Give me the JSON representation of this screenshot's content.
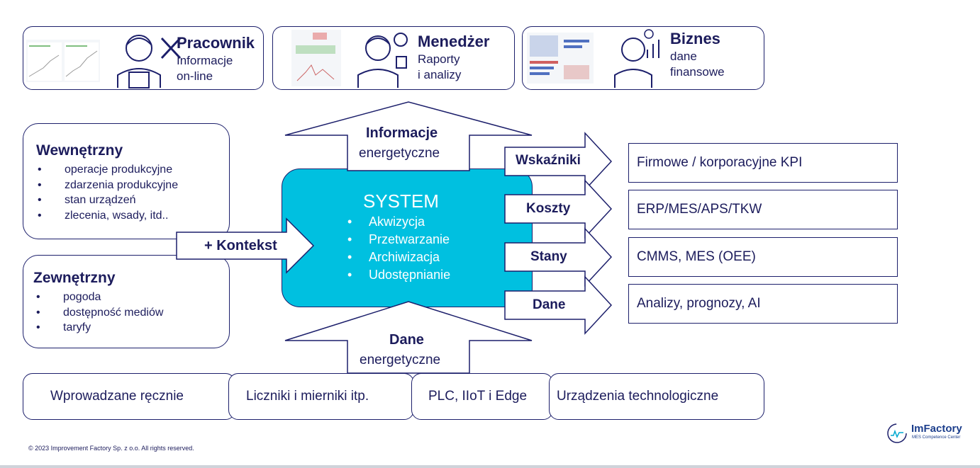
{
  "roles": [
    {
      "title": "Pracownik",
      "lines": [
        "Informacje",
        "on-line"
      ]
    },
    {
      "title": "Menedżer",
      "lines": [
        "Raporty",
        "i analizy"
      ]
    },
    {
      "title": "Biznes",
      "lines": [
        "dane",
        "finansowe"
      ]
    }
  ],
  "internal": {
    "title": "Wewnętrzny",
    "items": [
      "operacje produkcyjne",
      "zdarzenia produkcyjne",
      "stan urządzeń",
      "zlecenia, wsady, itd.."
    ]
  },
  "external": {
    "title": "Zewnętrzny",
    "items": [
      "pogoda",
      "dostępność mediów",
      "taryfy"
    ]
  },
  "context_arrow": "+ Kontekst",
  "system": {
    "title": "SYSTEM",
    "items": [
      "Akwizycja",
      "Przetwarzanie",
      "Archiwizacja",
      "Udostępnianie"
    ]
  },
  "info_arrow": [
    "Informacje",
    "energetyczne"
  ],
  "data_arrow": [
    "Dane",
    "energetyczne"
  ],
  "outputs": [
    {
      "label": "Wskaźniki",
      "target": "Firmowe / korporacyjne KPI"
    },
    {
      "label": "Koszty",
      "target": "ERP/MES/APS/TKW"
    },
    {
      "label": "Stany",
      "target": "CMMS, MES (OEE)"
    },
    {
      "label": "Dane",
      "target": "Analizy, prognozy, AI"
    }
  ],
  "sources": [
    "Wprowadzane ręcznie",
    "Liczniki i mierniki itp.",
    "PLC, IIoT i Edge",
    "Urządzenia technologiczne"
  ],
  "footer": {
    "copyright": "© 2023 Improvement Factory Sp. z o.o. All rights reserved.",
    "logo_name": "ImFactory",
    "logo_sub": "MES Competence Center"
  },
  "colors": {
    "navy": "#1c1f6b",
    "system": "#00c0e0"
  }
}
